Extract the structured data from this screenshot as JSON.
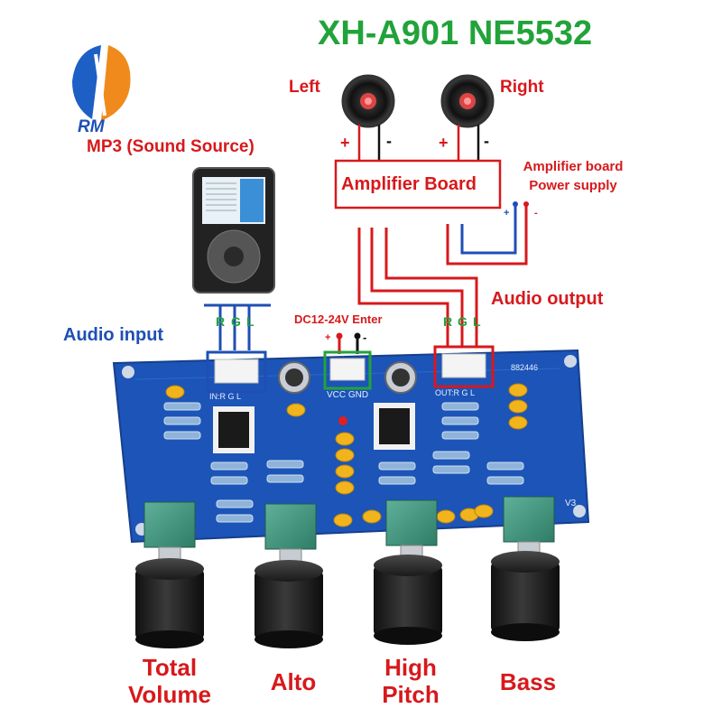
{
  "title": "XH-A901 NE5532",
  "brand": {
    "logo_text": "RM"
  },
  "labels": {
    "left_speaker": "Left",
    "right_speaker": "Right",
    "plus": "+",
    "minus": "-",
    "amplifier_board": "Amplifier Board",
    "amp_power_line1": "Amplifier board",
    "amp_power_line2": "Power supply",
    "mp3_source": "MP3 (Sound Source)",
    "audio_output": "Audio output",
    "audio_input": "Audio input",
    "dc_input": "DC12-24V Enter",
    "rgl": [
      "R",
      "G",
      "L"
    ],
    "pcb_code": "882446",
    "pcb_version": "V3",
    "vcc_gnd": "VCC GND",
    "in_pins": "IN:R G L",
    "out_pins": "OUT:R G L"
  },
  "knobs": [
    {
      "line1": "Total",
      "line2": "Volume"
    },
    {
      "line1": "Alto",
      "line2": ""
    },
    {
      "line1": "High",
      "line2": "Pitch"
    },
    {
      "line1": "Bass",
      "line2": ""
    }
  ],
  "colors": {
    "red": "#d7191c",
    "blue": "#1f4fb5",
    "green": "#22a33a",
    "pcb": "#1c54b8"
  }
}
